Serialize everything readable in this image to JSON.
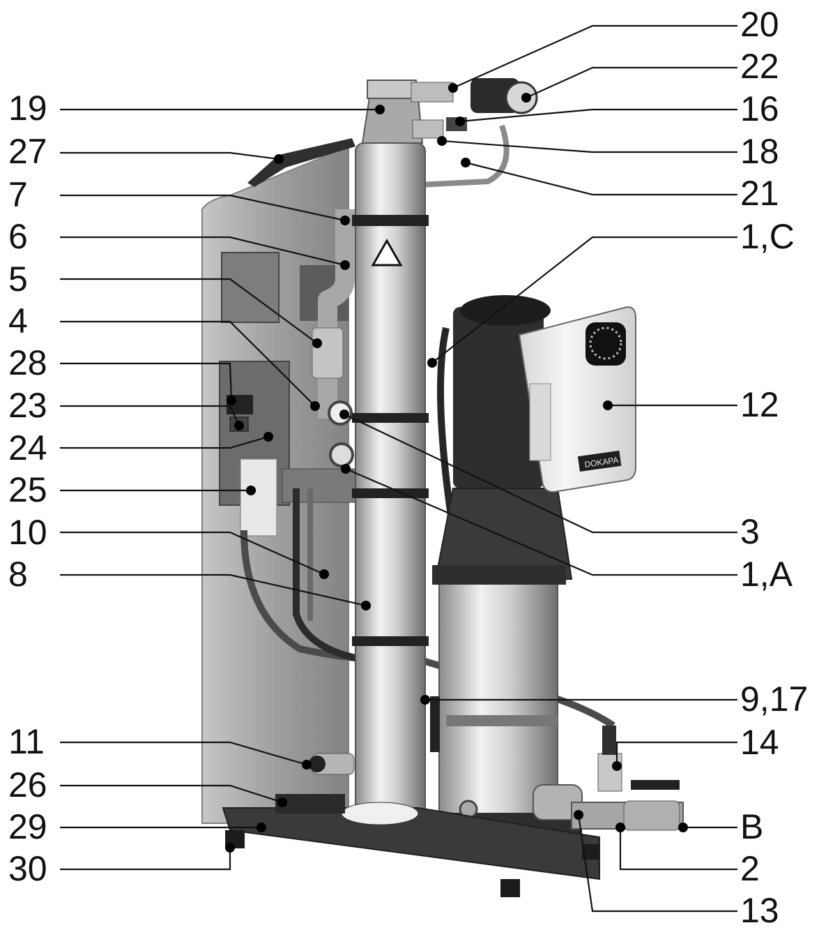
{
  "diagram": {
    "left_labels": [
      "19",
      "27",
      "7",
      "6",
      "5",
      "4",
      "28",
      "23",
      "24",
      "25",
      "10",
      "8",
      "11",
      "26",
      "29",
      "30"
    ],
    "right_labels": [
      "20",
      "22",
      "16",
      "18",
      "21",
      "1,C",
      "12",
      "3",
      "1,A",
      "9,17",
      "14",
      "B",
      "2",
      "13"
    ],
    "device_sticker_text": "DOKAPA",
    "colors": {
      "leader_line": "#111111",
      "label_dot": "#000000",
      "steel": "#b9b9b9",
      "panel": "#9a9a9a",
      "base": "#3a3a3a",
      "controller_box": "#ececec"
    }
  }
}
